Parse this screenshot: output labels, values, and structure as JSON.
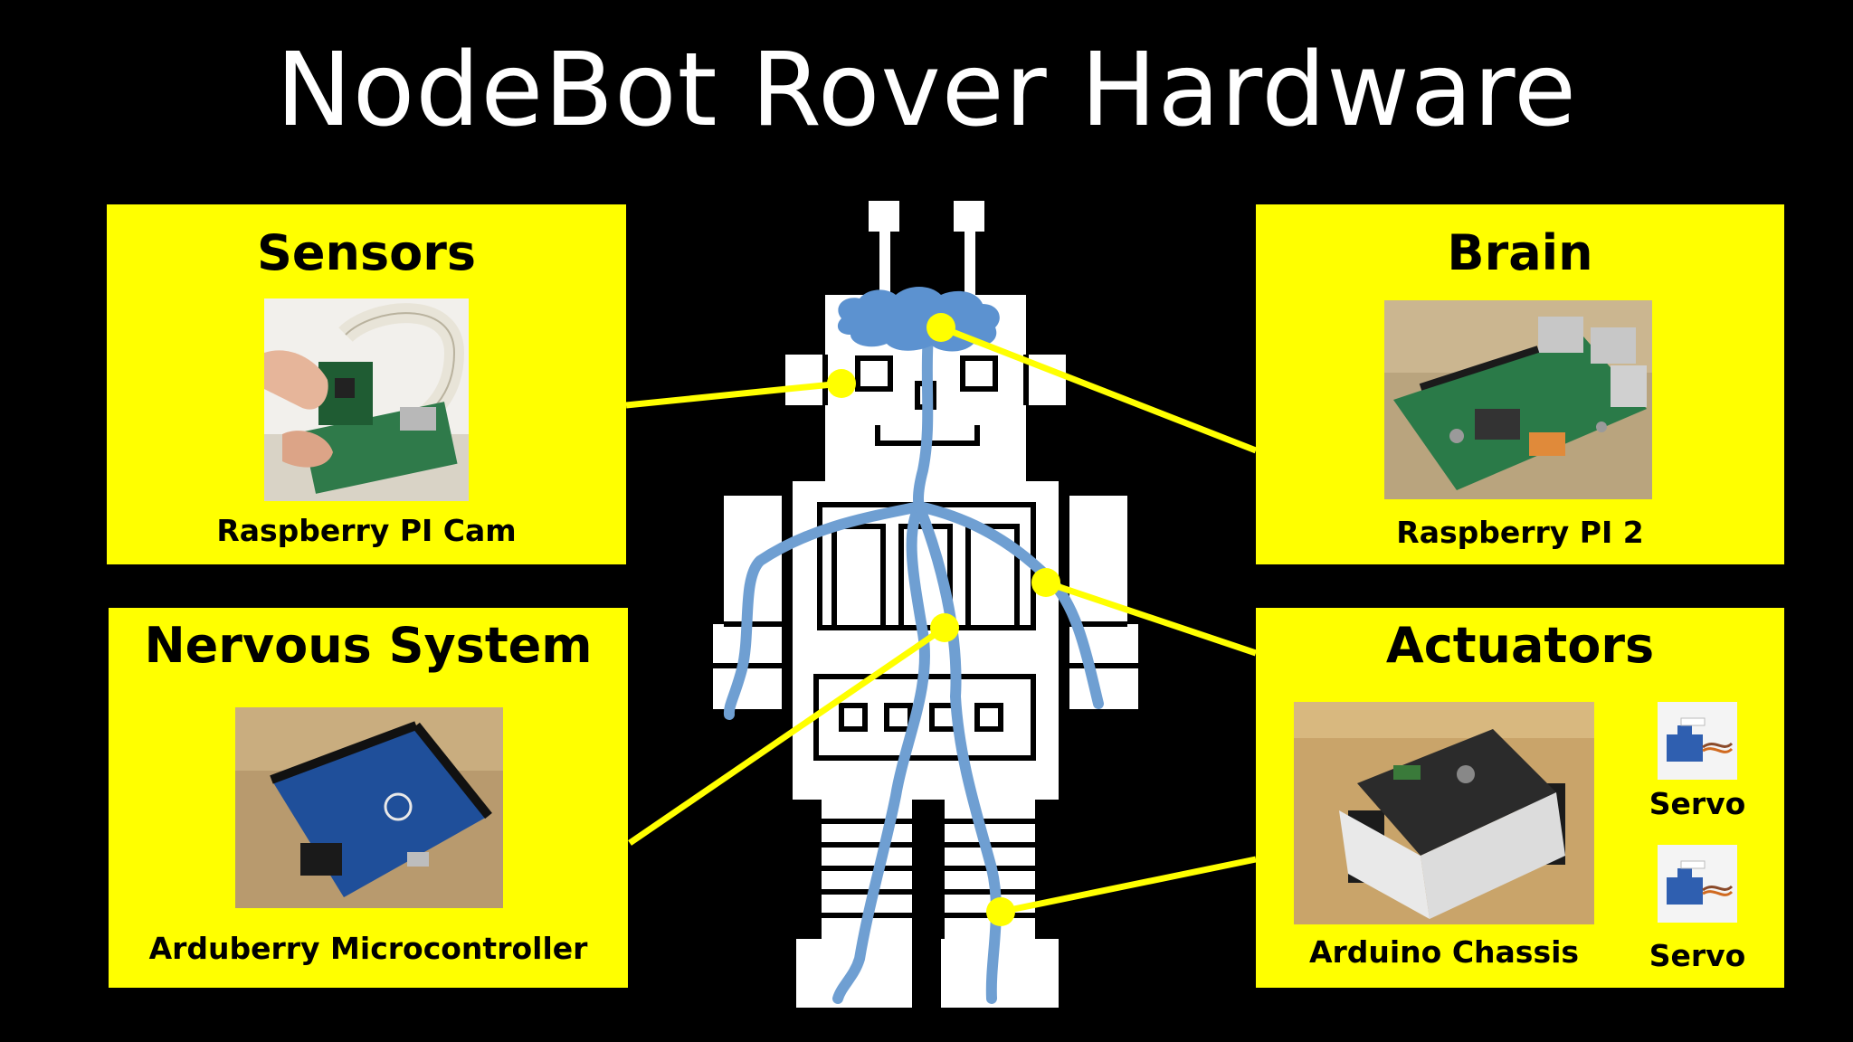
{
  "title": "NodeBot Rover Hardware",
  "panels": {
    "sensors": {
      "title": "Sensors",
      "caption": "Raspberry PI Cam"
    },
    "brain": {
      "title": "Brain",
      "caption": "Raspberry PI 2"
    },
    "nervous": {
      "title": "Nervous System",
      "caption": "Arduberry Microcontroller"
    },
    "actuators": {
      "title": "Actuators",
      "caption": "Arduino Chassis",
      "servo_top": "Servo",
      "servo_bottom": "Servo"
    }
  },
  "colors": {
    "background": "#000000",
    "panel": "#ffff00",
    "connector": "#ffff00",
    "nerves": "#6f9fd2",
    "robot": "#ffffff"
  }
}
